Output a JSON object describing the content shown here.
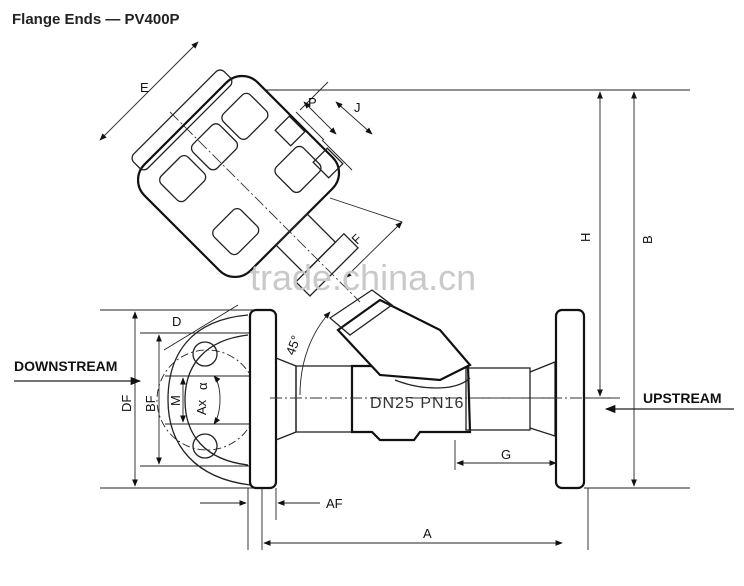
{
  "title": "Flange Ends — PV400P",
  "flow": {
    "downstream": "DOWNSTREAM",
    "upstream": "UPSTREAM"
  },
  "body_marking": "DN25  PN16",
  "angle": "45°",
  "watermark": "trade.china.cn",
  "dimensions": {
    "E": "E",
    "P": "P",
    "J": "J",
    "F": "F",
    "H": "H",
    "B": "B",
    "D": "D",
    "DF": "DF",
    "BF": "BF",
    "M": "M",
    "Ax": "Ax",
    "alpha": "α",
    "AF": "AF",
    "A": "A",
    "G": "G"
  }
}
